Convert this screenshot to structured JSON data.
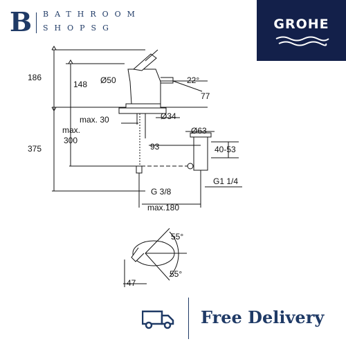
{
  "brand": {
    "initial": "B",
    "line1": "BATHROOM",
    "line2": "SHOPSG",
    "logo_text": "GROHE",
    "colors": {
      "navy": "#1f3a66",
      "logo_bg": "#13204a"
    }
  },
  "drawing": {
    "dims": {
      "d186": "186",
      "d148": "148",
      "d50": "Ø50",
      "d22": "22°",
      "d77": "77",
      "max30": "max. 30",
      "d34": "Ø34",
      "max_label": "max.",
      "d300": "300",
      "d375": "375",
      "d63": "Ø63",
      "d93": "93",
      "d4053": "40-53",
      "g38": "G 3/8",
      "g114": "G1 1/4",
      "max180": "max.180",
      "a55top": "55°",
      "a55bot": "55°",
      "d47": "47"
    }
  },
  "footer": {
    "label": "Free Delivery",
    "icon": "delivery-truck-icon"
  }
}
